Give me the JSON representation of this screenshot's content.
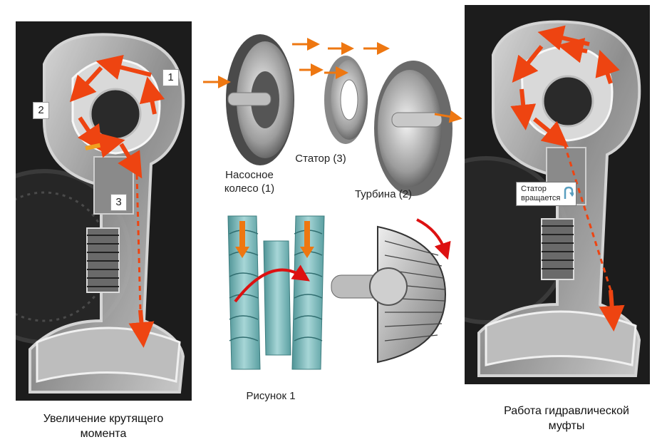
{
  "left_photo": {
    "markers": [
      "1",
      "2",
      "3"
    ],
    "caption_line1": "Увеличение крутящего",
    "caption_line2": "момента"
  },
  "center": {
    "label_pump_line1": "Насосное",
    "label_pump_line2": "колесо (1)",
    "label_stator": "Статор (3)",
    "label_turbine": "Турбина (2)",
    "figure_caption": "Рисунок 1"
  },
  "right_photo": {
    "stator_note_line1": "Статор",
    "stator_note_line2": "вращается",
    "caption_line1": "Работа гидравлической",
    "caption_line2": "муфты"
  },
  "colors": {
    "flow_arrow": "#ee4411",
    "orange_arrow": "#f0a020",
    "stator_arc": "#dd1111",
    "blade_teal": "#6fb0b2",
    "housing_silver": "#c8c8c8",
    "photo_dark": "#1b1b1b"
  }
}
